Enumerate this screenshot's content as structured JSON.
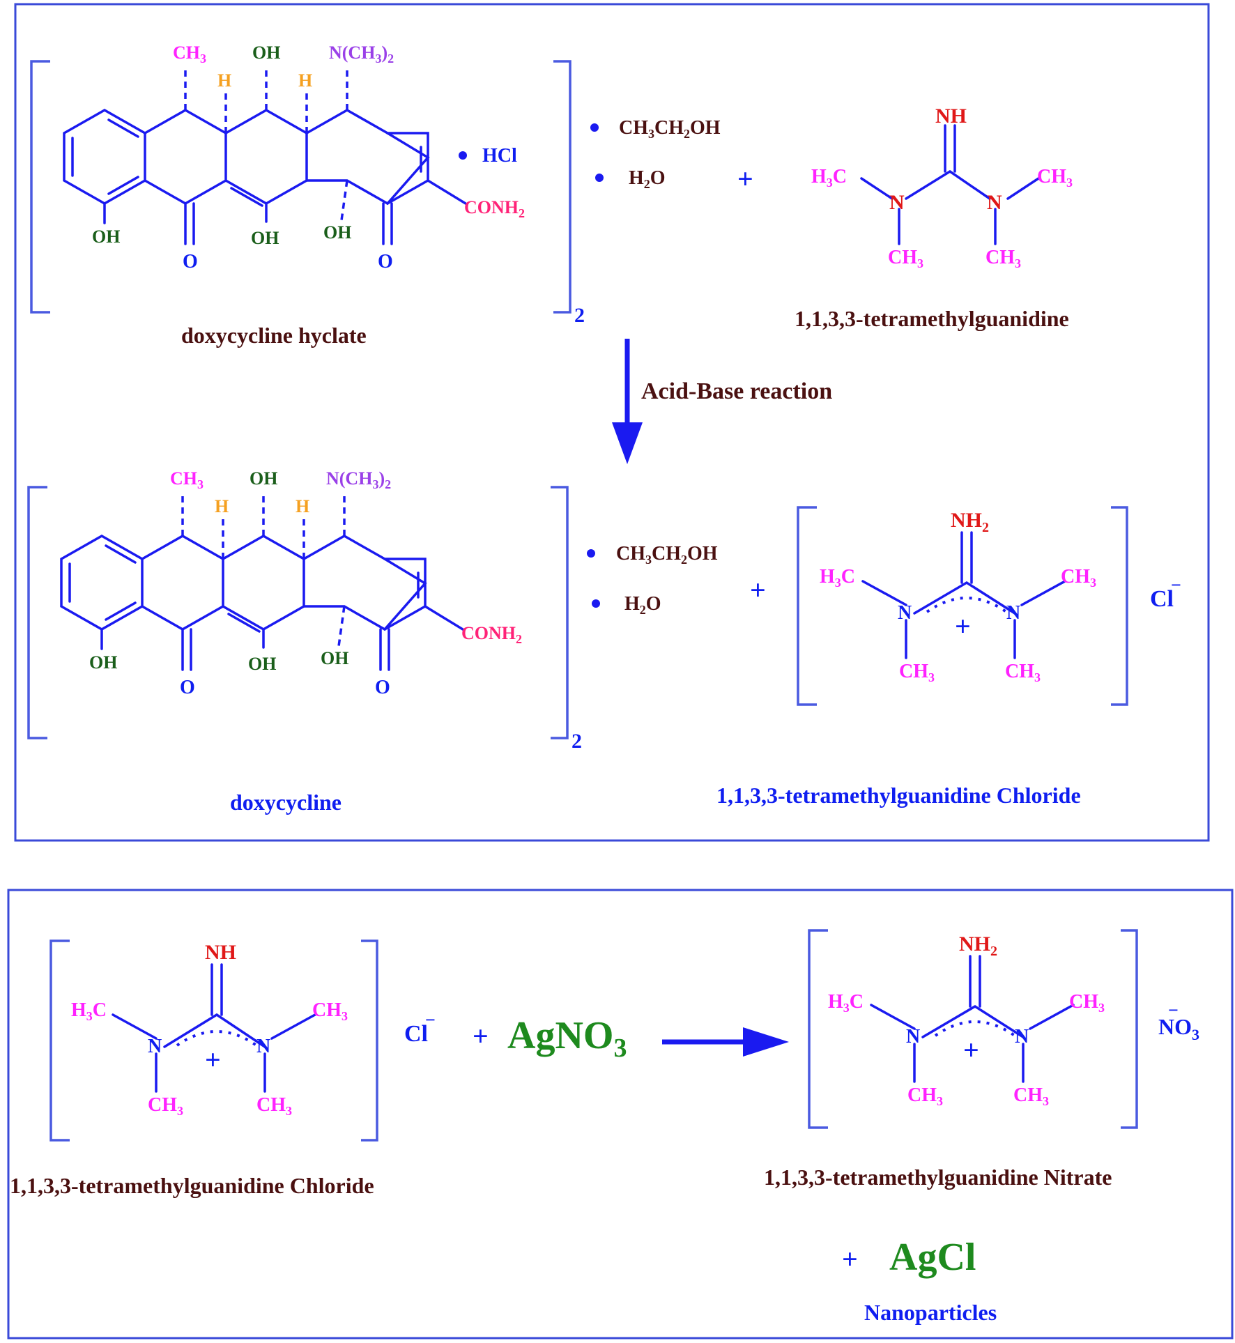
{
  "panel1": {
    "reactant1": {
      "name": "doxycycline hyclate",
      "groups": {
        "ch3": "CH",
        "ch3_sub": "3",
        "oh_top": "OH",
        "h_left": "H",
        "h_right": "H",
        "nme2_a": "N(CH",
        "nme2_sub": "3",
        "nme2_b": ")",
        "nme2_sub2": "2",
        "conh2": "CONH",
        "conh2_sub": "2",
        "oh_phenol": "OH",
        "oh_enol": "OH",
        "oh_ring": "OH",
        "o_left": "O",
        "o_right": "O"
      },
      "salt": "HCl",
      "multiplier": "2"
    },
    "solvates": {
      "ethanol": [
        "CH",
        "3",
        "CH",
        "2",
        "OH"
      ],
      "water": [
        "H",
        "2",
        "O"
      ]
    },
    "plus": "+",
    "reactant2": {
      "name": "1,1,3,3-tetramethylguanidine",
      "top_group": "NH",
      "n": "N",
      "h3c": [
        "H",
        "3",
        "C"
      ],
      "ch3": [
        "CH",
        "3"
      ]
    },
    "arrow_label": "Acid-Base reaction",
    "product1_name": "doxycycline",
    "product2": {
      "name": "1,1,3,3-tetramethylguanidine Chloride",
      "top_group": [
        "NH",
        "2"
      ],
      "charge": "+",
      "counterion": "Cl",
      "counterion_charge": "−"
    }
  },
  "panel2": {
    "reactant": {
      "name": "1,1,3,3-tetramethylguanidine Chloride",
      "top_group": "NH",
      "counterion": "Cl",
      "counterion_charge": "−"
    },
    "reagent": [
      "AgNO",
      "3"
    ],
    "plus": "+",
    "product": {
      "name": "1,1,3,3-tetramethylguanidine Nitrate",
      "top_group": [
        "NH",
        "2"
      ],
      "counterion": [
        "NO",
        "3"
      ],
      "counterion_charge": "−"
    },
    "byproduct": "AgCl",
    "byproduct_label": "Nanoparticles"
  }
}
